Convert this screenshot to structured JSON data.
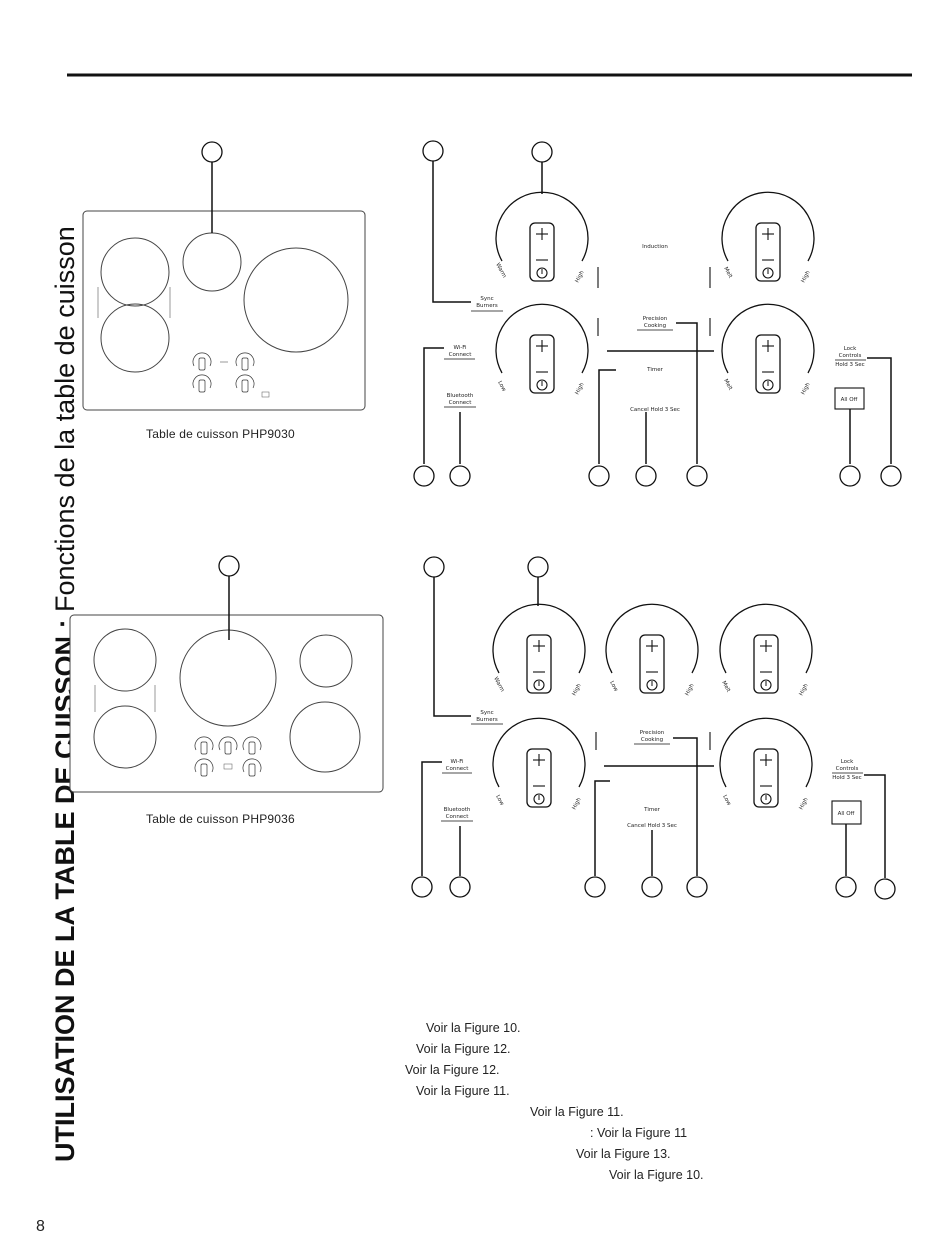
{
  "section_title": {
    "bold": "UTILISATION DE LA TABLE DE CUISSON :",
    "normal": " Fonctions de la table de cuisson"
  },
  "page_number": "8",
  "figure1": {
    "caption": "Table de cuisson PHP9030",
    "labels": {
      "induction": "Induction",
      "sync_l1": "Sync",
      "sync_l2": "Burners",
      "wifi_l1": "Wi-Fi",
      "wifi_l2": "Connect",
      "bt_l1": "Bluetooth",
      "bt_l2": "Connect",
      "precision_l1": "Precision",
      "precision_l2": "Cooking",
      "timer": "Timer",
      "timer_sub": "Cancel Hold 3 Sec",
      "lock_l1": "Lock",
      "lock_l2": "Controls",
      "lock_sub": "Hold 3 Sec",
      "alloff": "All Off",
      "warm": "Warm",
      "high": "High",
      "low": "Low",
      "melt": "Melt"
    }
  },
  "figure2": {
    "caption": "Table de cuisson PHP9036",
    "labels": {
      "sync_l1": "Sync",
      "sync_l2": "Burners",
      "wifi_l1": "Wi-Fi",
      "wifi_l2": "Connect",
      "bt_l1": "Bluetooth",
      "bt_l2": "Connect",
      "precision_l1": "Precision",
      "precision_l2": "Cooking",
      "timer": "Timer",
      "timer_sub": "Cancel Hold 3 Sec",
      "lock_l1": "Lock",
      "lock_l2": "Controls",
      "lock_sub": "Hold 3 Sec",
      "alloff": "All Off",
      "warm": "Warm",
      "high": "High",
      "low": "Low",
      "melt": "Melt"
    }
  },
  "references": [
    "Voir la Figure 10.",
    "Voir la Figure 12.",
    "Voir la Figure 12.",
    "Voir la Figure 11.",
    "Voir la Figure 11.",
    ": Voir la Figure 11",
    "Voir la Figure 13.",
    "Voir la Figure 10."
  ]
}
